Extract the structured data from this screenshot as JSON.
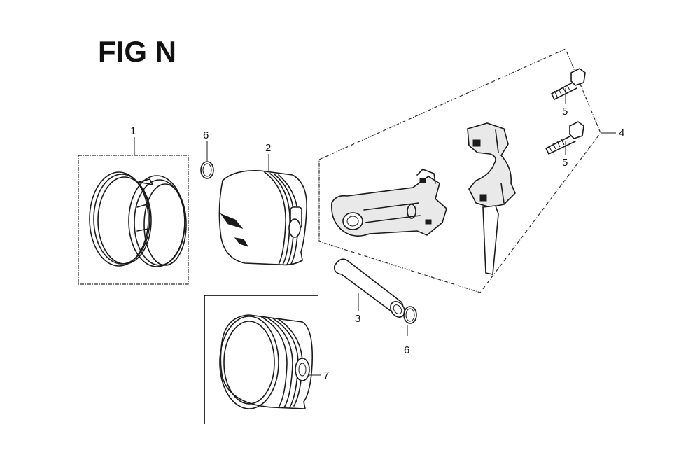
{
  "figure": {
    "title": "FIG N"
  },
  "callouts": {
    "piston_ring_set": "1",
    "piston": "2",
    "piston_pin": "3",
    "connecting_rod": "4",
    "rod_bolt_upper": "5",
    "rod_bolt_lower": "5",
    "pin_clip_upper": "6",
    "pin_clip_lower": "6",
    "piston_alt": "7"
  },
  "colors": {
    "line": "#1a1a1a",
    "background": "#ffffff"
  }
}
